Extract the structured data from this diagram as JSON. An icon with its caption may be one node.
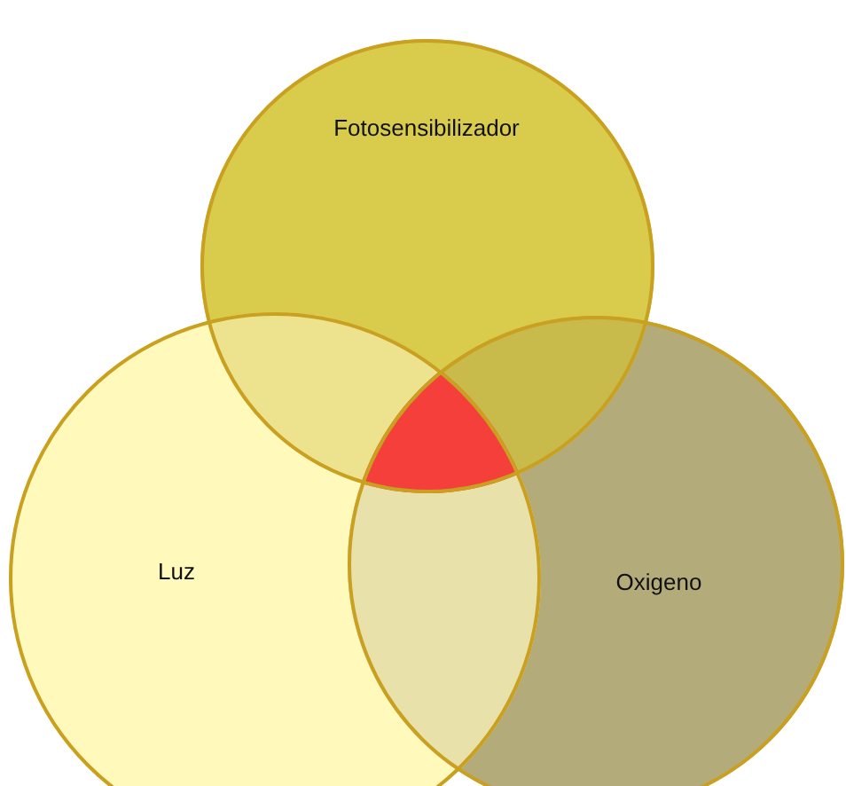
{
  "diagram": {
    "nodes": [
      {
        "text": [
          "Fotosensibilizador"
        ]
      },
      {
        "text": [
          "Luz"
        ]
      },
      {
        "text": [
          "Oxigeno"
        ]
      }
    ]
  }
}
